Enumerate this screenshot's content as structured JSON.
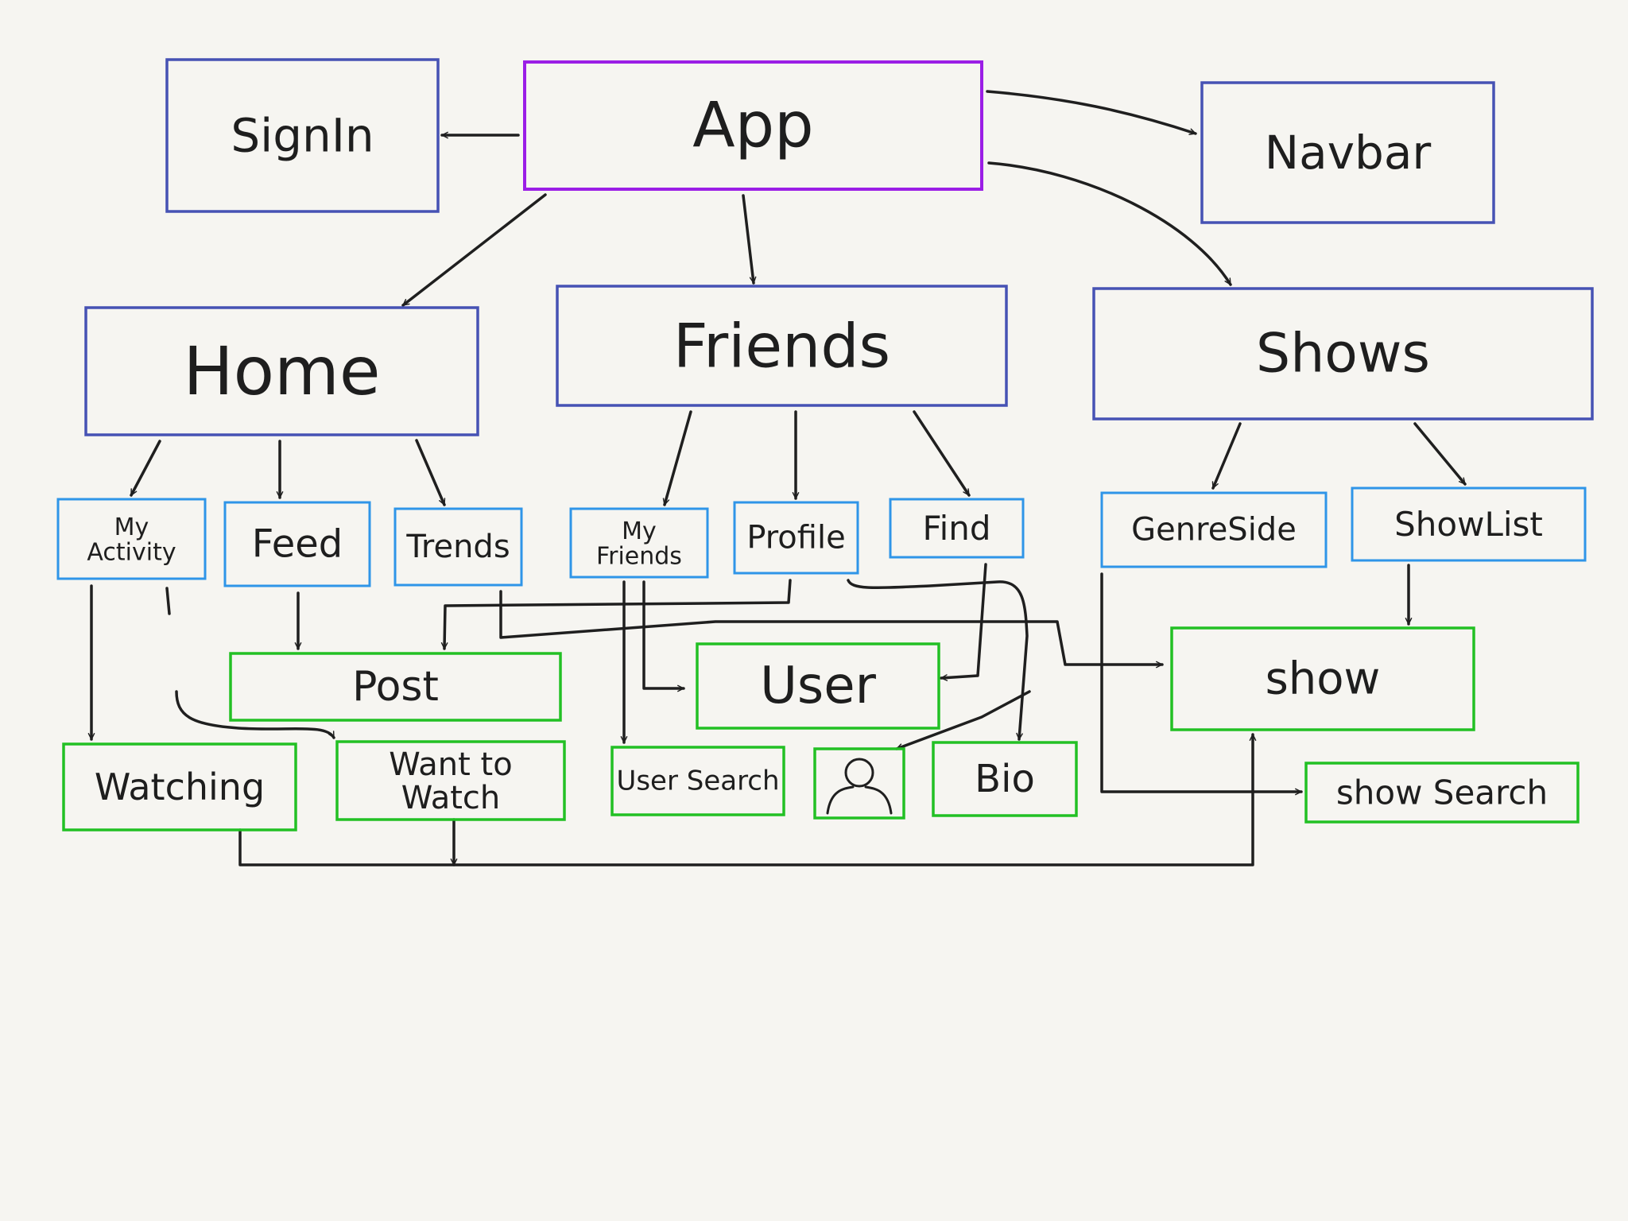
{
  "colors": {
    "background": "#f6f5f1",
    "root": "#9b1ee6",
    "page": "#4652b4",
    "section": "#2f95e8",
    "component": "#22c024",
    "ink": "#1f1f1f"
  },
  "nodes": {
    "app": {
      "label": "App",
      "level": "root"
    },
    "signin": {
      "label": "SignIn",
      "level": "page"
    },
    "navbar": {
      "label": "Navbar",
      "level": "page"
    },
    "home": {
      "label": "Home",
      "level": "page"
    },
    "friends": {
      "label": "Friends",
      "level": "page"
    },
    "shows": {
      "label": "Shows",
      "level": "page"
    },
    "my_activity": {
      "label": "My Activity",
      "level": "section"
    },
    "feed": {
      "label": "Feed",
      "level": "section"
    },
    "trends": {
      "label": "Trends",
      "level": "section"
    },
    "my_friends": {
      "label": "My Friends",
      "level": "section"
    },
    "profile": {
      "label": "Profile",
      "level": "section"
    },
    "find": {
      "label": "Find",
      "level": "section"
    },
    "genre_side": {
      "label": "GenreSide",
      "level": "section"
    },
    "show_list": {
      "label": "ShowList",
      "level": "section"
    },
    "post": {
      "label": "Post",
      "level": "component"
    },
    "user": {
      "label": "User",
      "level": "component"
    },
    "show": {
      "label": "show",
      "level": "component"
    },
    "watching": {
      "label": "Watching",
      "level": "component"
    },
    "want_to_watch": {
      "label": "Want to Watch",
      "level": "component"
    },
    "user_search": {
      "label": "User Search",
      "level": "component"
    },
    "avatar": {
      "label": "",
      "level": "component",
      "icon": "person-icon"
    },
    "bio": {
      "label": "Bio",
      "level": "component"
    },
    "show_search": {
      "label": "show Search",
      "level": "component"
    }
  },
  "edges": [
    {
      "from": "app",
      "to": "signin"
    },
    {
      "from": "app",
      "to": "navbar"
    },
    {
      "from": "app",
      "to": "home"
    },
    {
      "from": "app",
      "to": "friends"
    },
    {
      "from": "app",
      "to": "shows"
    },
    {
      "from": "home",
      "to": "my_activity"
    },
    {
      "from": "home",
      "to": "feed"
    },
    {
      "from": "home",
      "to": "trends"
    },
    {
      "from": "friends",
      "to": "my_friends"
    },
    {
      "from": "friends",
      "to": "profile"
    },
    {
      "from": "friends",
      "to": "find"
    },
    {
      "from": "shows",
      "to": "genre_side"
    },
    {
      "from": "shows",
      "to": "show_list"
    },
    {
      "from": "my_activity",
      "to": "watching"
    },
    {
      "from": "my_activity",
      "to": "want_to_watch"
    },
    {
      "from": "feed",
      "to": "post"
    },
    {
      "from": "profile",
      "to": "post"
    },
    {
      "from": "trends",
      "to": "show"
    },
    {
      "from": "my_friends",
      "to": "user"
    },
    {
      "from": "my_friends",
      "to": "user_search"
    },
    {
      "from": "find",
      "to": "user"
    },
    {
      "from": "profile",
      "to": "bio"
    },
    {
      "from": "profile",
      "to": "avatar"
    },
    {
      "from": "show_list",
      "to": "show"
    },
    {
      "from": "genre_side",
      "to": "show_search"
    },
    {
      "from": "watching",
      "to": "show"
    },
    {
      "from": "want_to_watch",
      "to": "show"
    }
  ]
}
